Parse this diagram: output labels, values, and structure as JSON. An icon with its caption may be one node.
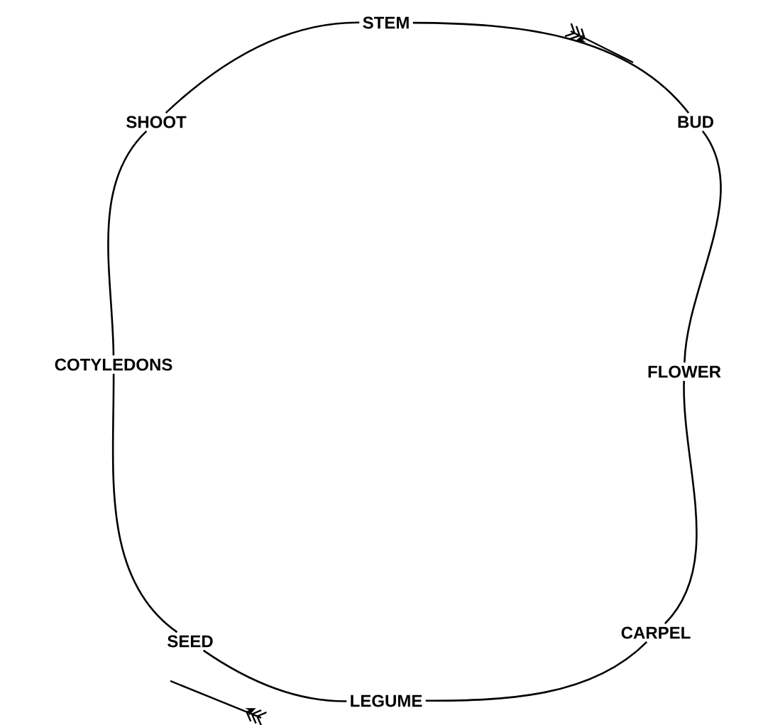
{
  "diagram": {
    "nodes": [
      {
        "text": [
          "STEM"
        ]
      },
      {
        "text": [
          "BUD"
        ]
      },
      {
        "text": [
          "FLOWER"
        ]
      },
      {
        "text": [
          "CARPEL"
        ]
      },
      {
        "text": [
          "LEGUME"
        ]
      },
      {
        "text": [
          "SEED"
        ]
      },
      {
        "text": [
          "COTYLEDONS"
        ]
      },
      {
        "text": [
          "SHOOT"
        ]
      }
    ],
    "edges": [
      {
        "from": 0,
        "to": 1,
        "arrow": "none"
      },
      {
        "from": 1,
        "to": 2,
        "arrow": "none"
      },
      {
        "from": 2,
        "to": 3,
        "arrow": "none"
      },
      {
        "from": 3,
        "to": 4,
        "arrow": "none"
      },
      {
        "from": 4,
        "to": 5,
        "arrow": "none"
      },
      {
        "from": 5,
        "to": 6,
        "arrow": "none"
      },
      {
        "from": 6,
        "to": 7,
        "arrow": "none"
      },
      {
        "from": 7,
        "to": 0,
        "arrow": "none"
      }
    ]
  }
}
